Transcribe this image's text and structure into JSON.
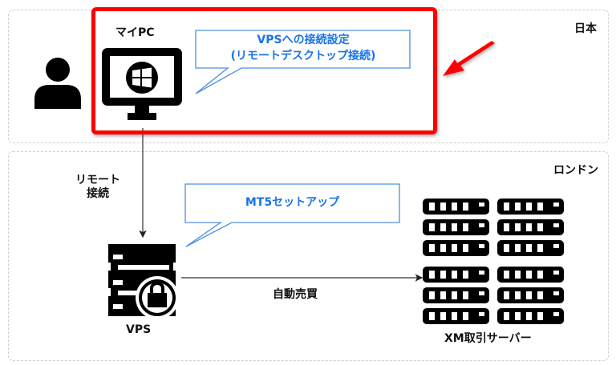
{
  "regions": {
    "japan": {
      "label": "日本"
    },
    "london": {
      "label": "ロンドン"
    }
  },
  "highlight": {
    "color": "#ff0000"
  },
  "my_pc": {
    "label": "マイPC"
  },
  "callouts": {
    "vps_connection": {
      "line1": "VPSへの接続設定",
      "line2": "(リモートデスクトップ接続)",
      "color": "#1a73e8"
    },
    "mt5_setup": {
      "text": "MT5セットアップ",
      "color": "#1a73e8"
    }
  },
  "remote_connection": {
    "line1": "リモート",
    "line2": "接続"
  },
  "vps": {
    "label": "VPS"
  },
  "auto_trading": {
    "label": "自動売買"
  },
  "xm_servers": {
    "label": "XM取引サーバー",
    "rows": 6,
    "columns": 2
  }
}
